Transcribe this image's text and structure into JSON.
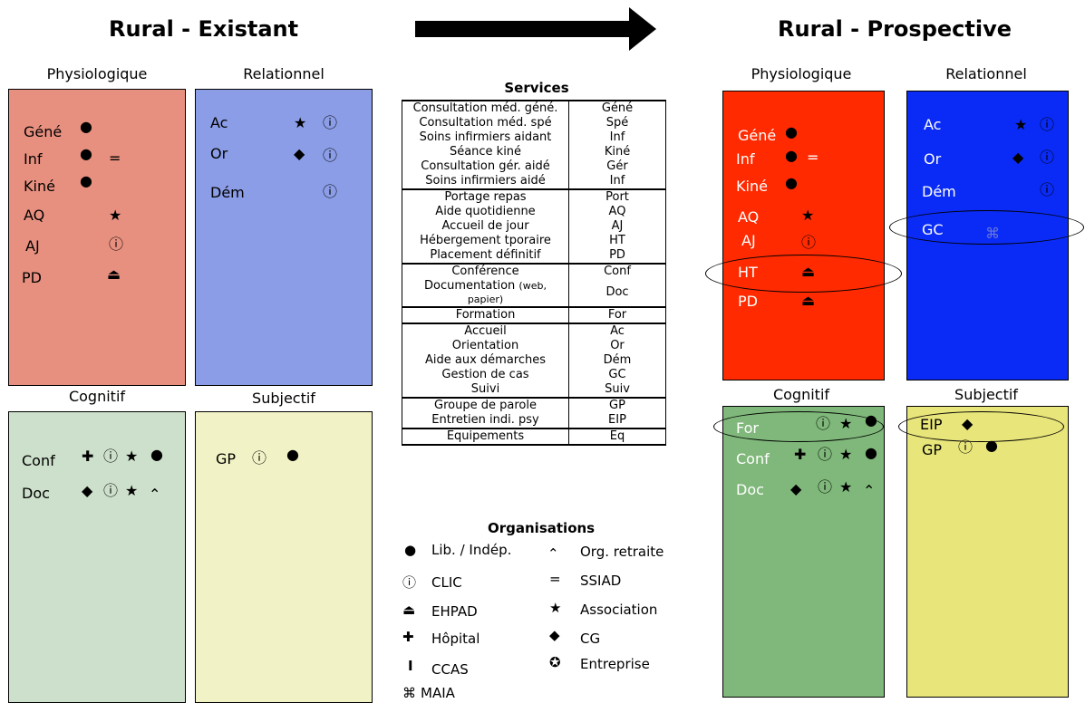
{
  "titles": {
    "left": "Rural - Existant",
    "right": "Rural - Prospective"
  },
  "quadrant_labels": {
    "physio": "Physiologique",
    "relation": "Relationnel",
    "cognitif": "Cognitif",
    "subjectif": "Subjectif"
  },
  "colors": {
    "left_physio": "#e8907f",
    "left_relation": "#8b9de6",
    "left_cognitif": "#cde0cb",
    "left_subjectif": "#f2f2c7",
    "right_physio": "#ff2a00",
    "right_relation": "#0a2bf5",
    "right_cognitif": "#7fb87a",
    "right_subjectif": "#e8e57a"
  },
  "existant": {
    "physio": [
      "Géné",
      "Inf",
      "Kiné",
      "AQ",
      "AJ",
      "PD"
    ],
    "relation": [
      "Ac",
      "Or",
      "Dém"
    ],
    "cognitif": [
      "Conf",
      "Doc"
    ],
    "subjectif": [
      "GP"
    ]
  },
  "prospective": {
    "physio": [
      "Géné",
      "Inf",
      "Kiné",
      "AQ",
      "AJ",
      "HT",
      "PD"
    ],
    "relation": [
      "Ac",
      "Or",
      "Dém",
      "GC"
    ],
    "cognitif": [
      "For",
      "Conf",
      "Doc"
    ],
    "subjectif": [
      "EIP",
      "GP"
    ]
  },
  "services": {
    "title": "Services",
    "rows": [
      {
        "name": "Consultation méd. géné.",
        "abbr": "Géné"
      },
      {
        "name": "Consultation méd. spé",
        "abbr": "Spé"
      },
      {
        "name": "Soins infirmiers aidant",
        "abbr": "Inf"
      },
      {
        "name": "Séance kiné",
        "abbr": "Kiné"
      },
      {
        "name": "Consultation gér. aidé",
        "abbr": "Gér"
      },
      {
        "name": "Soins infirmiers aidé",
        "abbr": "Inf"
      },
      {
        "name": "Portage repas",
        "abbr": "Port"
      },
      {
        "name": "Aide quotidienne",
        "abbr": "AQ"
      },
      {
        "name": "Accueil de jour",
        "abbr": "AJ"
      },
      {
        "name": "Hébergement tporaire",
        "abbr": "HT"
      },
      {
        "name": "Placement définitif",
        "abbr": "PD"
      },
      {
        "name": "Conférence",
        "abbr": "Conf"
      },
      {
        "name": "Documentation",
        "name_small": "(web,",
        "name2": "papier)",
        "abbr": "Doc"
      },
      {
        "name": "Formation",
        "abbr": "For"
      },
      {
        "name": "Accueil",
        "abbr": "Ac"
      },
      {
        "name": "Orientation",
        "abbr": "Or"
      },
      {
        "name": "Aide aux démarches",
        "abbr": "Dém"
      },
      {
        "name": "Gestion de cas",
        "abbr": "GC"
      },
      {
        "name": "Suivi",
        "abbr": "Suiv"
      },
      {
        "name": "Groupe de parole",
        "abbr": "GP"
      },
      {
        "name": "Entretien indi. psy",
        "abbr": "EIP"
      },
      {
        "name": "Equipements",
        "abbr": "Eq"
      }
    ]
  },
  "organisations": {
    "title": "Organisations",
    "left": [
      {
        "icon": "dot",
        "label": "Lib. / Indép."
      },
      {
        "icon": "clic",
        "label": "CLIC"
      },
      {
        "icon": "eject",
        "label": "EHPAD"
      },
      {
        "icon": "cross",
        "label": "Hôpital"
      },
      {
        "icon": "bar",
        "label": "CCAS"
      },
      {
        "icon": "cmd",
        "label": "MAIA"
      }
    ],
    "right": [
      {
        "icon": "caret",
        "label": "Org. retraite"
      },
      {
        "icon": "equals",
        "label": "SSIAD"
      },
      {
        "icon": "star",
        "label": "Association"
      },
      {
        "icon": "diamond",
        "label": "CG"
      },
      {
        "icon": "star-circle",
        "label": "Entreprise"
      }
    ]
  }
}
